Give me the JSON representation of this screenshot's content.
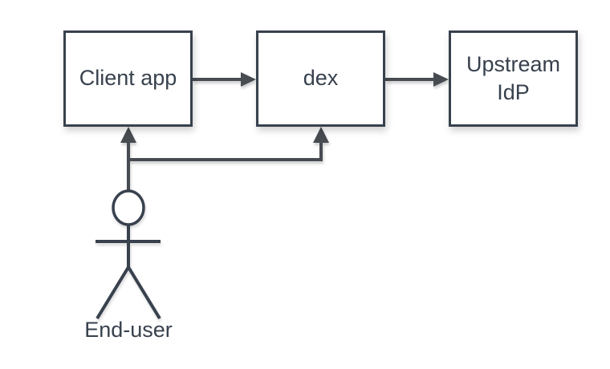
{
  "diagram": {
    "type": "flow-diagram",
    "nodes": [
      {
        "id": "client-app",
        "label": "Client app",
        "shape": "rectangle"
      },
      {
        "id": "dex",
        "label": "dex",
        "shape": "rectangle"
      },
      {
        "id": "upstream-idp",
        "label": "Upstream IdP",
        "shape": "rectangle"
      },
      {
        "id": "end-user",
        "label": "End-user",
        "shape": "actor-stick-figure"
      }
    ],
    "edges": [
      {
        "from": "client-app",
        "to": "dex",
        "style": "solid-arrow"
      },
      {
        "from": "dex",
        "to": "upstream-idp",
        "style": "solid-arrow"
      },
      {
        "from": "end-user",
        "to": "client-app",
        "style": "solid-arrow"
      },
      {
        "from": "end-user",
        "to": "dex",
        "style": "solid-arrow"
      }
    ],
    "theme": {
      "background": "#ffffff",
      "node_fill": "#ffffff",
      "node_stroke": "#38414d",
      "text_color": "#38414d",
      "connector_color": "#474c52"
    }
  }
}
